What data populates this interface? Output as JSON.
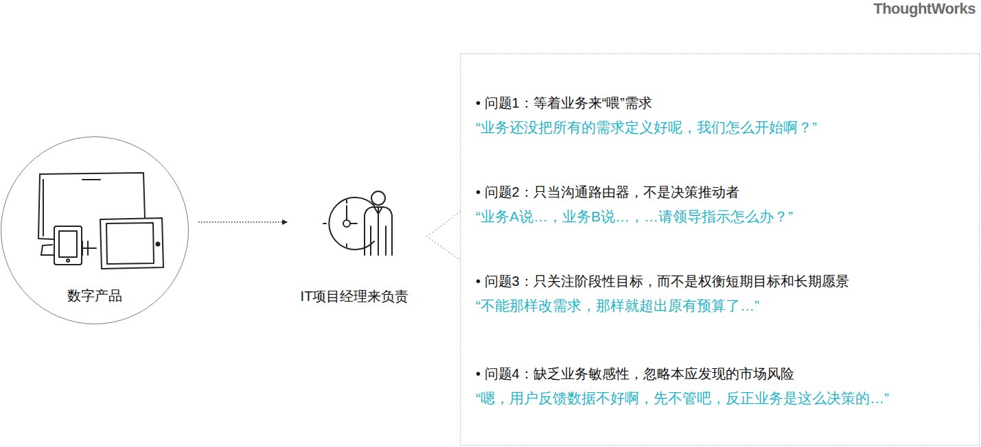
{
  "diagram": {
    "nodes": [
      {
        "text": [
          "数字产品"
        ]
      },
      {
        "text": [
          "IT项目经理来负责"
        ]
      },
      {
        "text": [
          "• 问题1：等着业务来“喂”需求",
          "“业务还没把所有的需求定义好呢，我们怎么开始啊？”",
          "• 问题2：只当沟通路由器，不是决策推动者",
          "“业务A说…，业务B说…，…请领导指示怎么办？”",
          "• 问题3：只关注阶段性目标，而不是权衡短期目标和长期愿景",
          "“不能那样改需求，那样就超出原有预算了…”",
          "• 问题4：缺乏业务敏感性，忽略本应发现的市场风险",
          "“嗯，用户反馈数据不好啊，先不管吧，反正业务是这么决策的…”"
        ]
      }
    ],
    "edges": [
      {
        "from": 0,
        "to": 1,
        "arrow": "to"
      }
    ],
    "labels": [
      "ThoughtWorks"
    ]
  }
}
